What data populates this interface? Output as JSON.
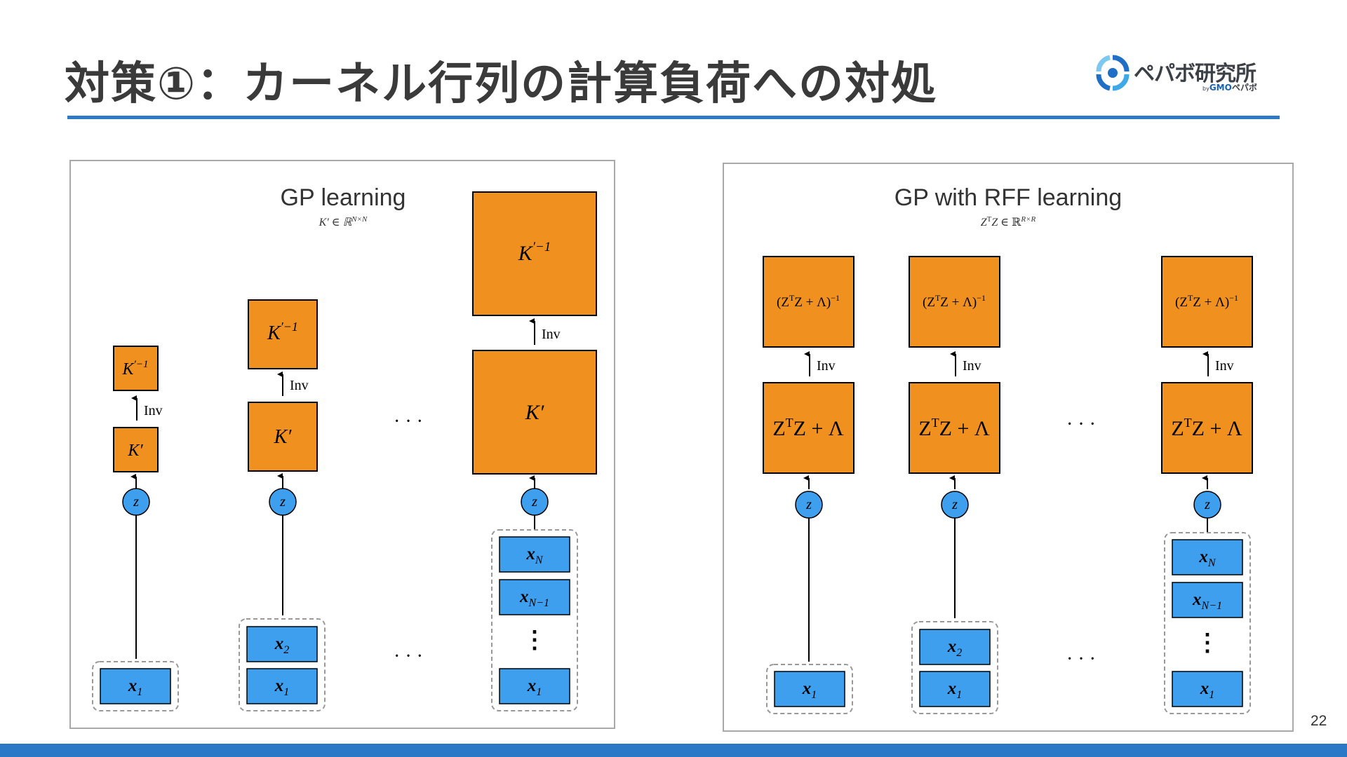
{
  "slide": {
    "title": "対策①：カーネル行列の計算負荷への対処",
    "page_number": "22",
    "accent_color": "#2a78c6"
  },
  "logo": {
    "name": "ペパボ研究所",
    "sub_by": "by",
    "sub_gmo": "GMO",
    "sub_pepabo": "ペパボ"
  },
  "colors": {
    "orange_block": "#f0901f",
    "blue_block": "#3d9fee",
    "line": "#000000"
  },
  "left_panel": {
    "title": "GP learning",
    "subtitle": "K′ ∈ ℝ^{N×N}",
    "inv_label": "Inv",
    "K_label": "K′",
    "Kinv_label": "K′−1",
    "z_label": "z",
    "ellipsis": "· · ·",
    "vellipsis": "⋮",
    "x1": "x1",
    "x2": "x2",
    "xN": "xN",
    "xN1": "xN−1"
  },
  "right_panel": {
    "title": "GP with RFF learning",
    "subtitle": "ZᵀZ ∈ ℝ^{R×R}",
    "inv_label": "Inv",
    "block_label": "ZᵀZ + Λ",
    "inv_block_label": "(ZᵀZ + Λ)⁻¹",
    "z_label": "z",
    "ellipsis": "· · ·",
    "vellipsis": "⋮",
    "x1": "x1",
    "x2": "x2",
    "xN": "xN",
    "xN1": "xN−1"
  }
}
